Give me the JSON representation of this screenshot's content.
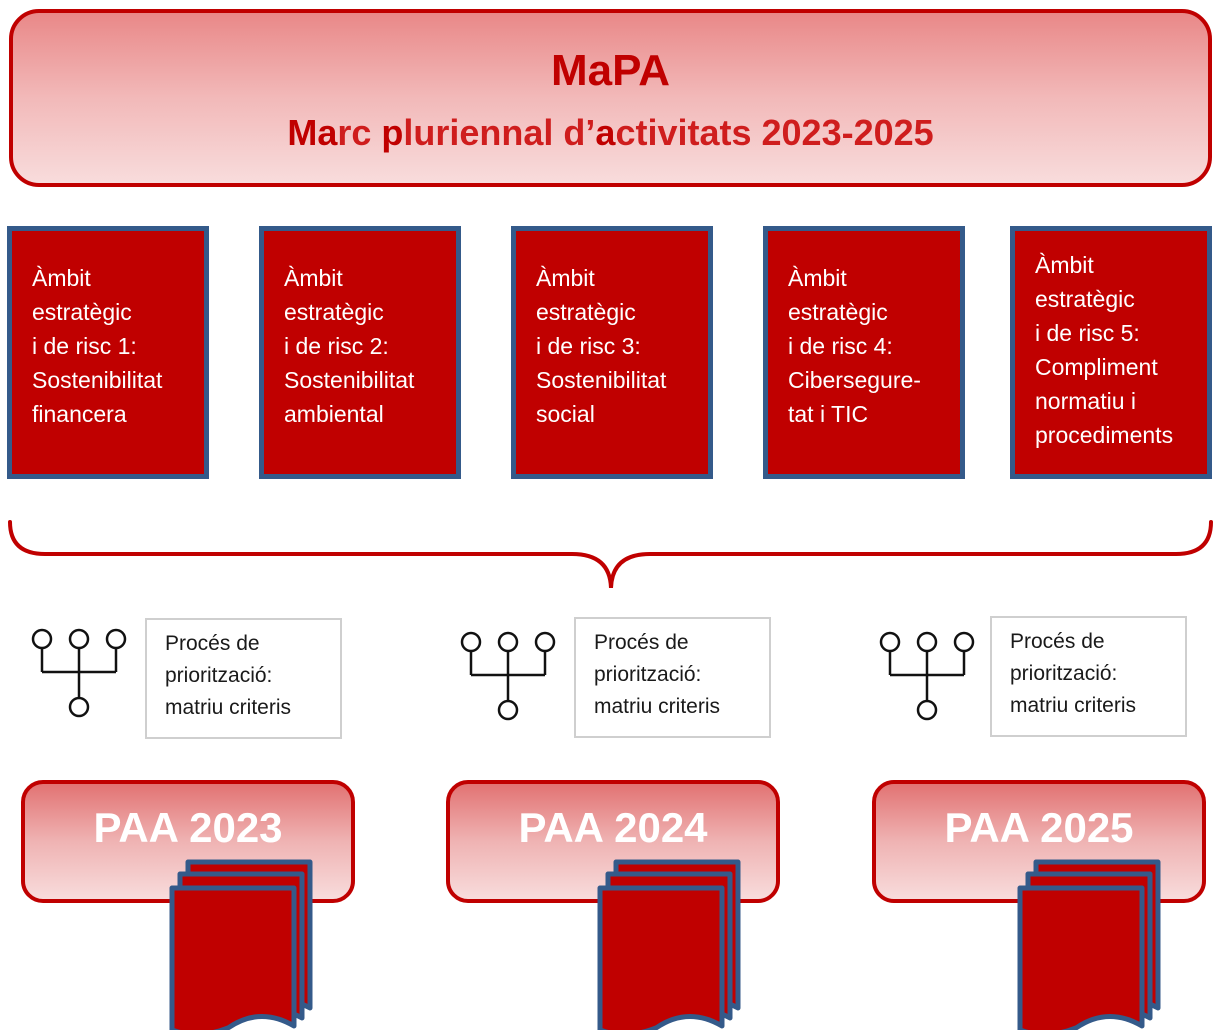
{
  "header": {
    "title": "MaPA",
    "subtitle_parts": [
      {
        "text": "Ma",
        "highlight": true
      },
      {
        "text": "rc ",
        "highlight": false
      },
      {
        "text": "p",
        "highlight": true
      },
      {
        "text": "luriennal d’",
        "highlight": false
      },
      {
        "text": "a",
        "highlight": true
      },
      {
        "text": "ctivitats 2023-2025",
        "highlight": false
      }
    ]
  },
  "areas": [
    {
      "lines": [
        "Àmbit",
        "estratègic",
        "i de risc 1:",
        "Sostenibilitat",
        "financera"
      ]
    },
    {
      "lines": [
        "Àmbit",
        "estratègic",
        "i de risc 2:",
        "Sostenibilitat",
        "ambiental"
      ]
    },
    {
      "lines": [
        "Àmbit",
        "estratègic",
        "i de risc 3:",
        "Sostenibilitat",
        "social"
      ]
    },
    {
      "lines": [
        "Àmbit",
        "estratègic",
        "i de risc 4:",
        "Cibersegure-",
        "tat i TIC"
      ]
    },
    {
      "lines": [
        "Àmbit",
        "estratègic",
        "i de risc 5:",
        "Compliment",
        "normatiu i",
        "procediments"
      ]
    }
  ],
  "process": [
    {
      "lines": [
        "Procés de",
        "priorització:",
        "matriu criteris"
      ],
      "icon": "hierarchy-icon"
    },
    {
      "lines": [
        "Procés de",
        "priorització:",
        "matriu criteris"
      ],
      "icon": "hierarchy-icon"
    },
    {
      "lines": [
        "Procés de",
        "priorització:",
        "matriu criteris"
      ],
      "icon": "hierarchy-icon"
    }
  ],
  "plans": [
    {
      "label": "PAA 2023",
      "icon": "document-stack-icon"
    },
    {
      "label": "PAA 2024",
      "icon": "document-stack-icon"
    },
    {
      "label": "PAA 2025",
      "icon": "document-stack-icon"
    }
  ],
  "colors": {
    "primary_red": "#c00000",
    "box_border_blue": "#345a8a",
    "gradient_light": "#f8dcdc"
  }
}
